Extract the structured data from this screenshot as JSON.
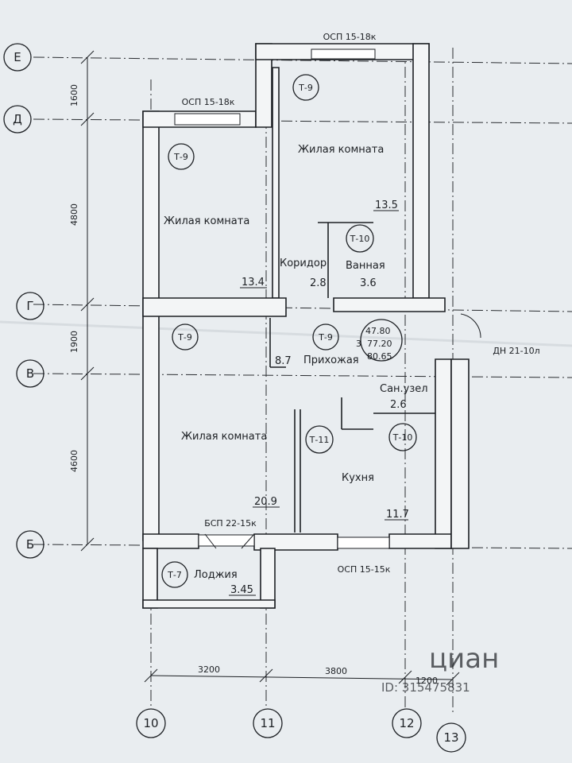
{
  "axes": {
    "rows": [
      "Е",
      "Д",
      "Г",
      "В",
      "Б"
    ],
    "cols": [
      "10",
      "11",
      "12",
      "13"
    ]
  },
  "dimensions": {
    "vertical": [
      "1600",
      "4800",
      "1900",
      "4600"
    ],
    "horizontal": [
      "3200",
      "3800",
      "1200"
    ]
  },
  "windows": {
    "top_right": "ОСП 15-18к",
    "top_left": "ОСП 15-18к",
    "balcony_door": "БСП 22-15к",
    "kitchen": "ОСП 15-15к",
    "entry_door": "ДН 21-10л"
  },
  "rooms": {
    "living_top_left": {
      "name": "Жилая комната",
      "area": "13.4",
      "tag": "Т-9"
    },
    "living_top_right": {
      "name": "Жилая комната",
      "area": "13.5",
      "tag": "Т-9"
    },
    "corridor": {
      "name": "Коридор",
      "area": "2.8"
    },
    "bathroom": {
      "name": "Ванная",
      "area": "3.6",
      "tag": "Т-10"
    },
    "hall": {
      "name": "Прихожая",
      "area": "8.7",
      "tag": "Т-9"
    },
    "living_bottom": {
      "name": "Жилая комната",
      "area": "20.9",
      "tag": "Т-9"
    },
    "wc": {
      "name": "Сан.узел",
      "area": "2.6",
      "tag": "Т-10"
    },
    "kitchen": {
      "name": "Кухня",
      "area": "11.7",
      "tag": "Т-11"
    },
    "loggia": {
      "name": "Лоджия",
      "area": "3.45",
      "tag": "Т-7"
    }
  },
  "summary": {
    "rooms_count": "3",
    "living_area": "47.80",
    "total_area": "77.20",
    "total_with_loggia": "80.65"
  },
  "watermark": "циан",
  "watermark_id": "ID: 315475831",
  "colors": {
    "paper": "#e9edf0",
    "ink": "#1d2024",
    "wall_fill": "#f3f5f6"
  }
}
